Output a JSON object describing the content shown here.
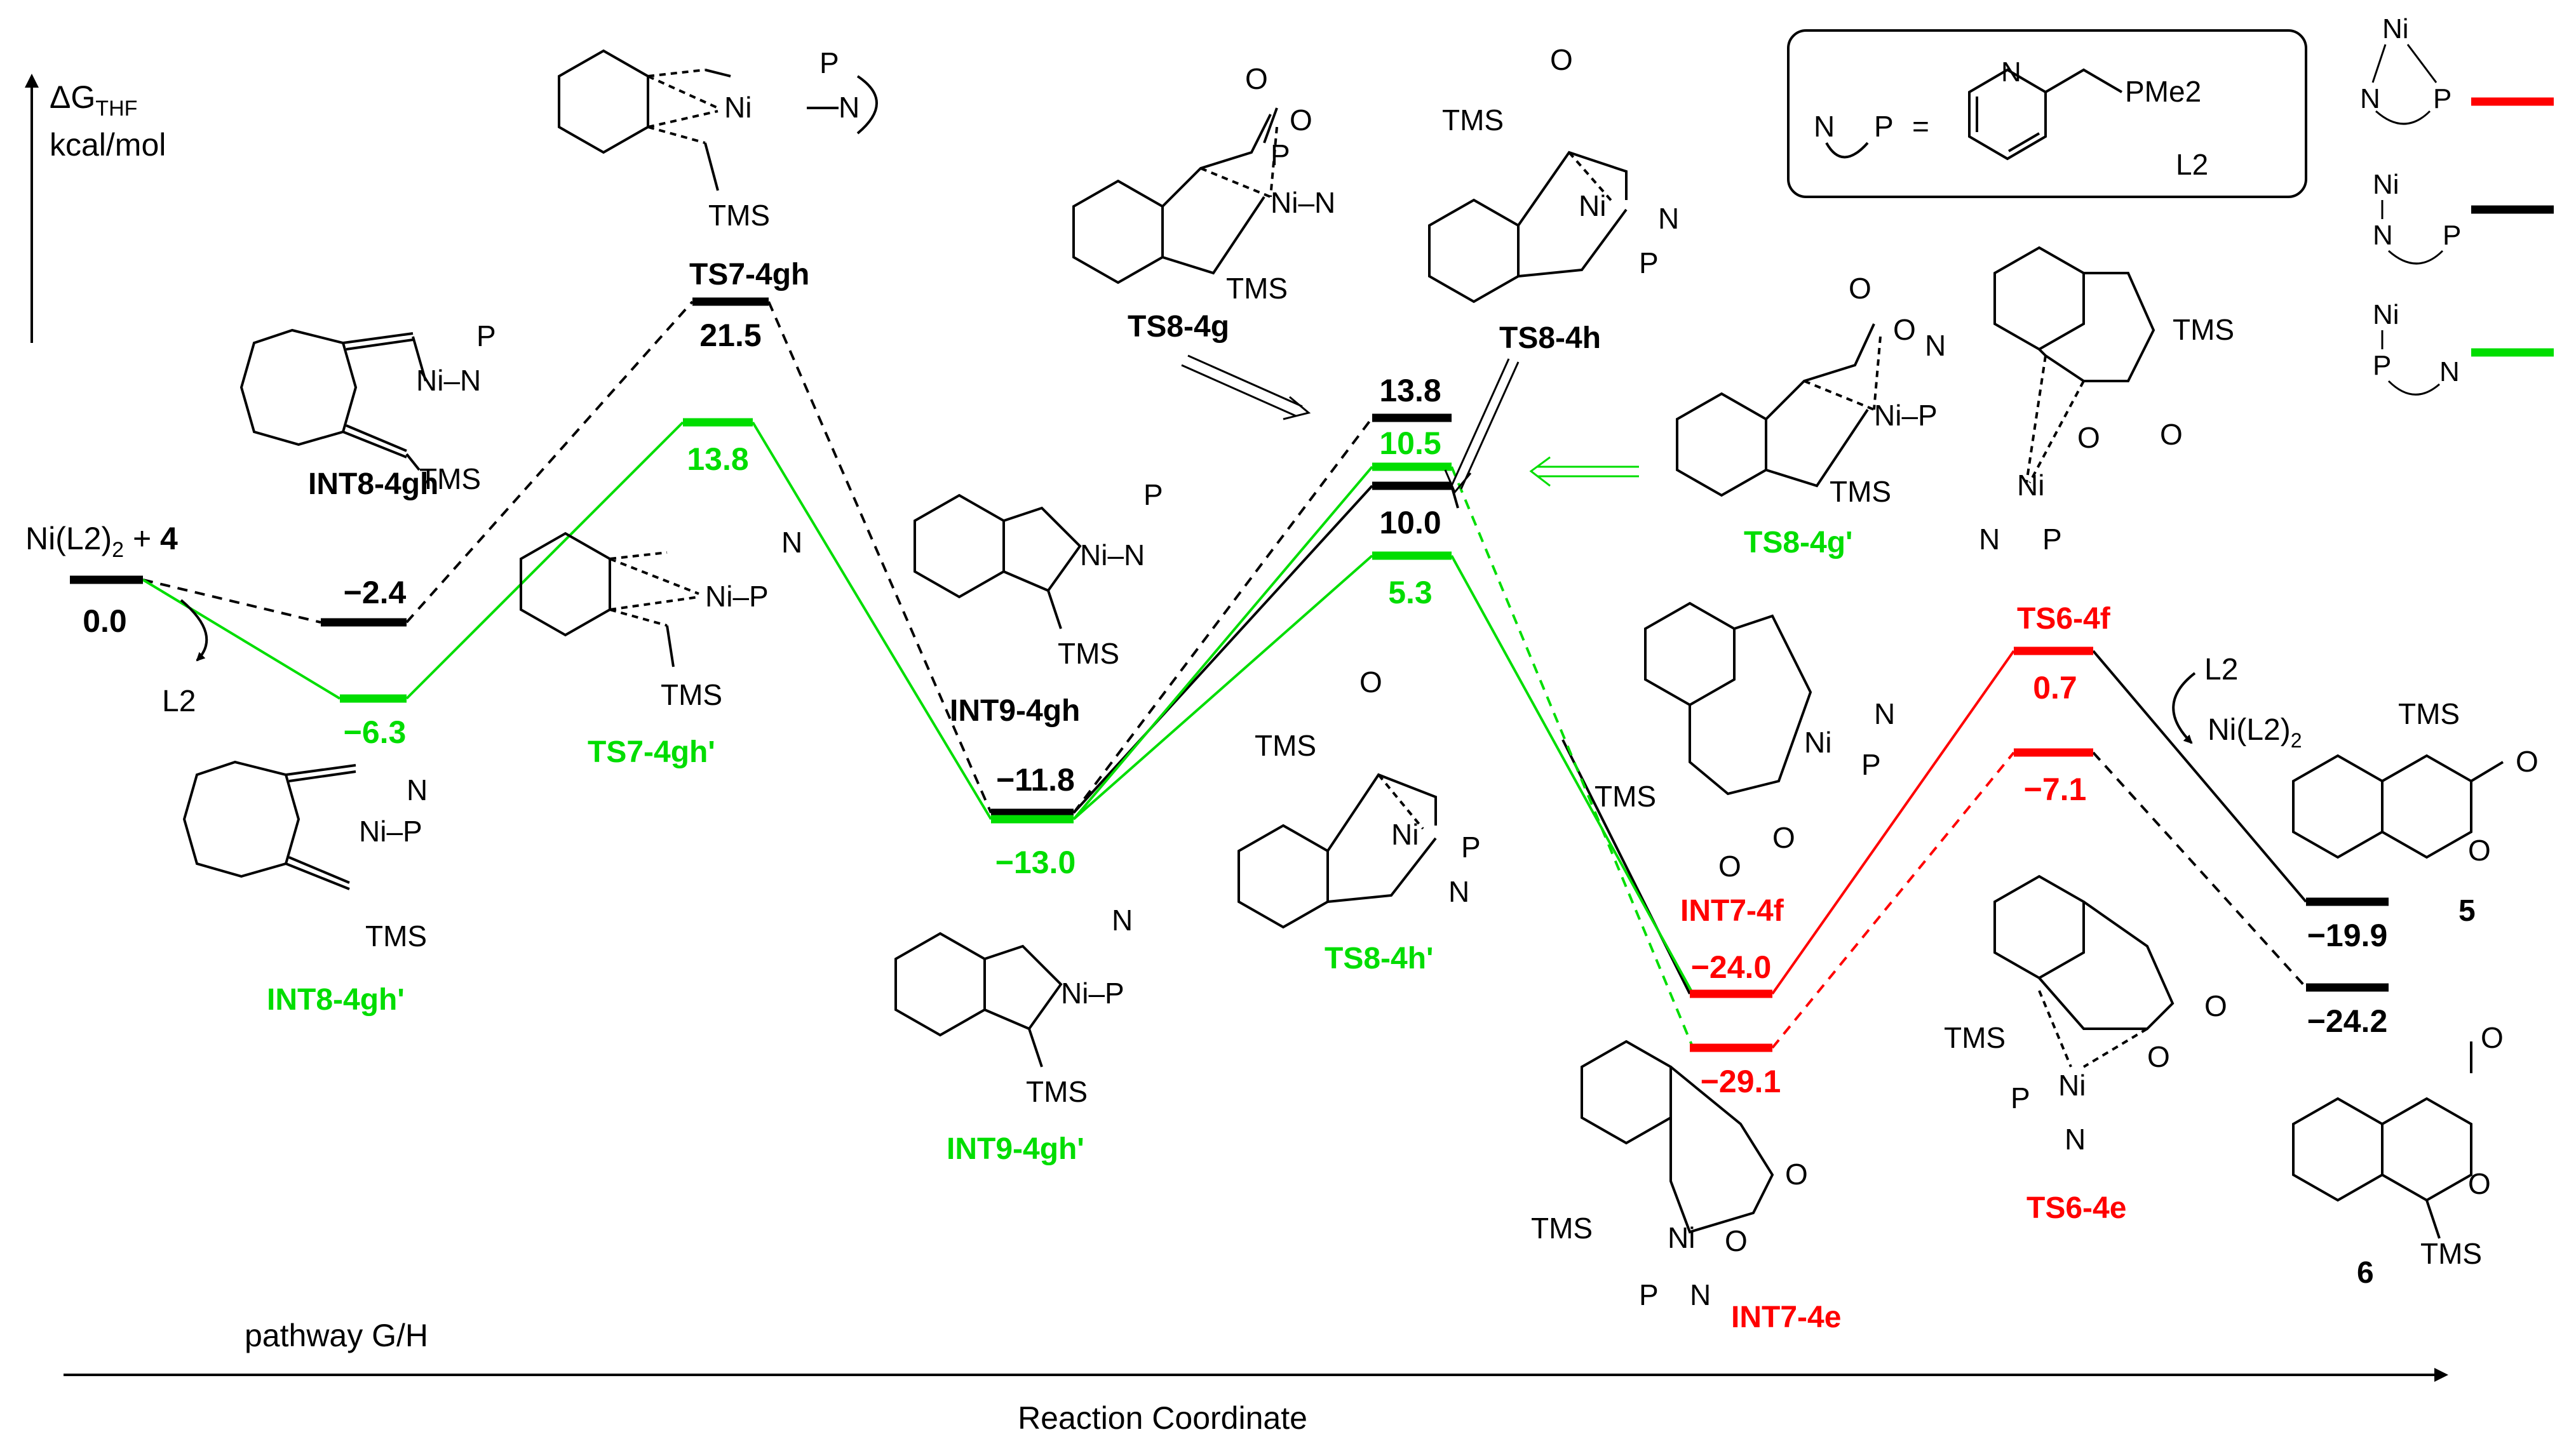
{
  "axis": {
    "y_symbol": "ΔG",
    "y_subscript": "THF",
    "y_unit": "kcal/mol",
    "x_label": "Reaction Coordinate",
    "pathway": "pathway G/H"
  },
  "legend": {
    "ligand_def_lhs": "N",
    "ligand_def_mid": "P",
    "ligand_def_eq": "=",
    "ligand_def_pme2": "PMe2",
    "ligand_def_n": "N",
    "ligand_name": "L2",
    "items": [
      {
        "ni": "Ni",
        "a": "N",
        "b": "P",
        "color": "#ff0000"
      },
      {
        "ni": "Ni",
        "a": "N",
        "b": "P",
        "color": "#000000"
      },
      {
        "ni": "Ni",
        "a": "P",
        "b": "N",
        "color": "#00dd00"
      }
    ]
  },
  "colors": {
    "red": "#ff0000",
    "black": "#000000",
    "green": "#00dd00"
  },
  "levels": {
    "start": {
      "value": "0.0",
      "label": "Ni(L2)",
      "label_sub": "2",
      "label_tail": " + ",
      "label_bold": "4"
    },
    "int8_black": {
      "value": "−2.4",
      "label": "INT8-4gh"
    },
    "int8_green": {
      "value": "−6.3",
      "label": "INT8-4gh'"
    },
    "ts7_black": {
      "value": "21.5",
      "label": "TS7-4gh"
    },
    "ts7_green": {
      "value": "13.8",
      "label": "TS7-4gh'"
    },
    "int9_black": {
      "value": "−11.8",
      "label": "INT9-4gh"
    },
    "int9_green": {
      "value": "−13.0",
      "label": "INT9-4gh'"
    },
    "ts8g_black": {
      "value": "13.8",
      "label": "TS8-4g"
    },
    "ts8g_green": {
      "value": "10.5",
      "label": "TS8-4g'"
    },
    "ts8h_black": {
      "value": "10.0",
      "label": "TS8-4h"
    },
    "ts8h_green": {
      "value": "5.3",
      "label": "TS8-4h'"
    },
    "int7f": {
      "value": "−24.0",
      "label": "INT7-4f"
    },
    "int7e": {
      "value": "−29.1",
      "label": "INT7-4e"
    },
    "ts6f": {
      "value": "0.7",
      "label": "TS6-4f"
    },
    "ts6e": {
      "value": "−7.1",
      "label": "TS6-4e"
    },
    "p5": {
      "value": "−19.9",
      "label": "5"
    },
    "p6": {
      "value": "−24.2",
      "label": "6"
    }
  },
  "annotations": {
    "l2_loss": "L2",
    "l2_add": "L2",
    "ni_release": "Ni(L2)",
    "ni_release_sub": "2",
    "tms": "TMS",
    "ni": "Ni",
    "o": "O",
    "n": "N",
    "p": "P"
  }
}
